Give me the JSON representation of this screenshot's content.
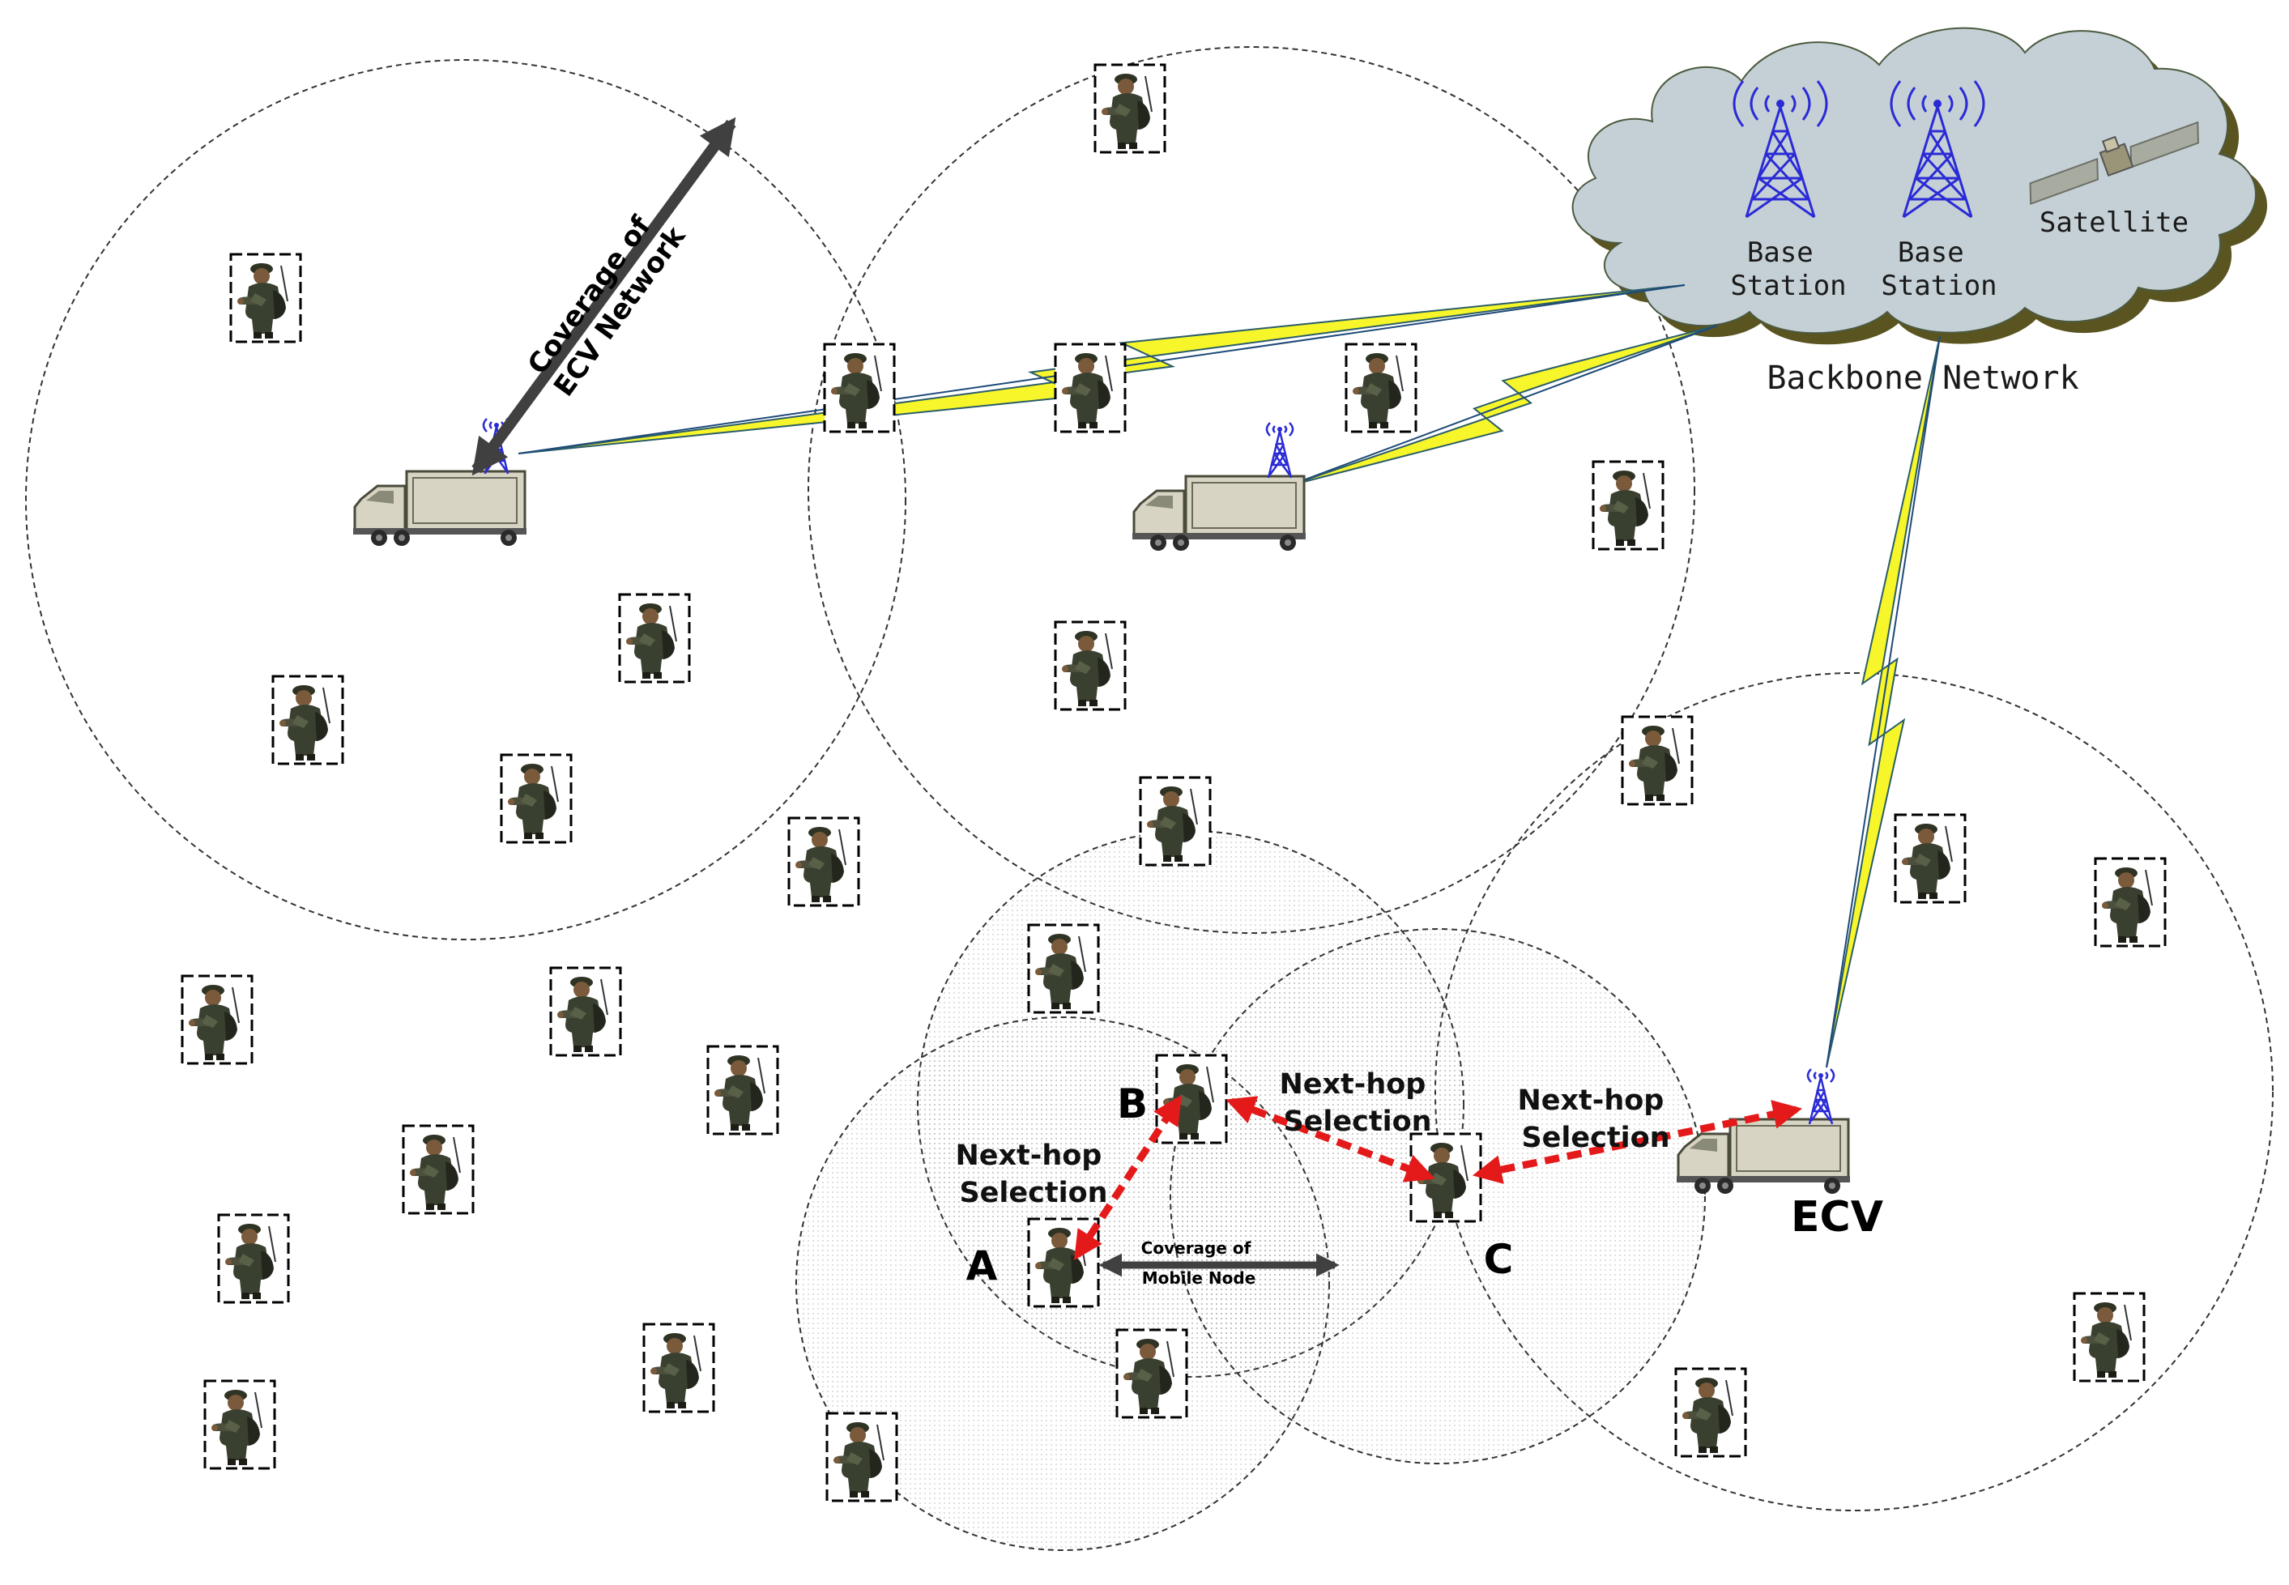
{
  "backbone": {
    "title": "Backbone Network",
    "base_station_1": [
      "Base",
      "Station"
    ],
    "base_station_2": [
      "Base",
      "Station"
    ],
    "satellite": "Satellite"
  },
  "ecv_coverage_label": [
    "Coverage of",
    "ECV Network"
  ],
  "mobile_coverage_label": [
    "Coverage of",
    "Mobile Node"
  ],
  "hop_labels": {
    "left": [
      "Next-hop",
      "Selection"
    ],
    "middle": [
      "Next-hop",
      "Selection"
    ],
    "right": [
      "Next-hop",
      "Selection"
    ]
  },
  "nodes": {
    "a": "A",
    "b": "B",
    "c": "C"
  },
  "ecv_label": "ECV",
  "colors": {
    "cloud": "#c5d0d6",
    "cloud_shadow": "#5a5420",
    "tower": "#2b2bd6",
    "lightning": "#f6f62a",
    "hop_arrow": "#e41a1a",
    "coverage_arrow": "#404040",
    "truck": "#d7d4c4"
  },
  "icons": [
    "soldier-icon",
    "truck-icon",
    "tower-icon",
    "satellite-icon",
    "cloud-icon",
    "lightning-icon"
  ]
}
